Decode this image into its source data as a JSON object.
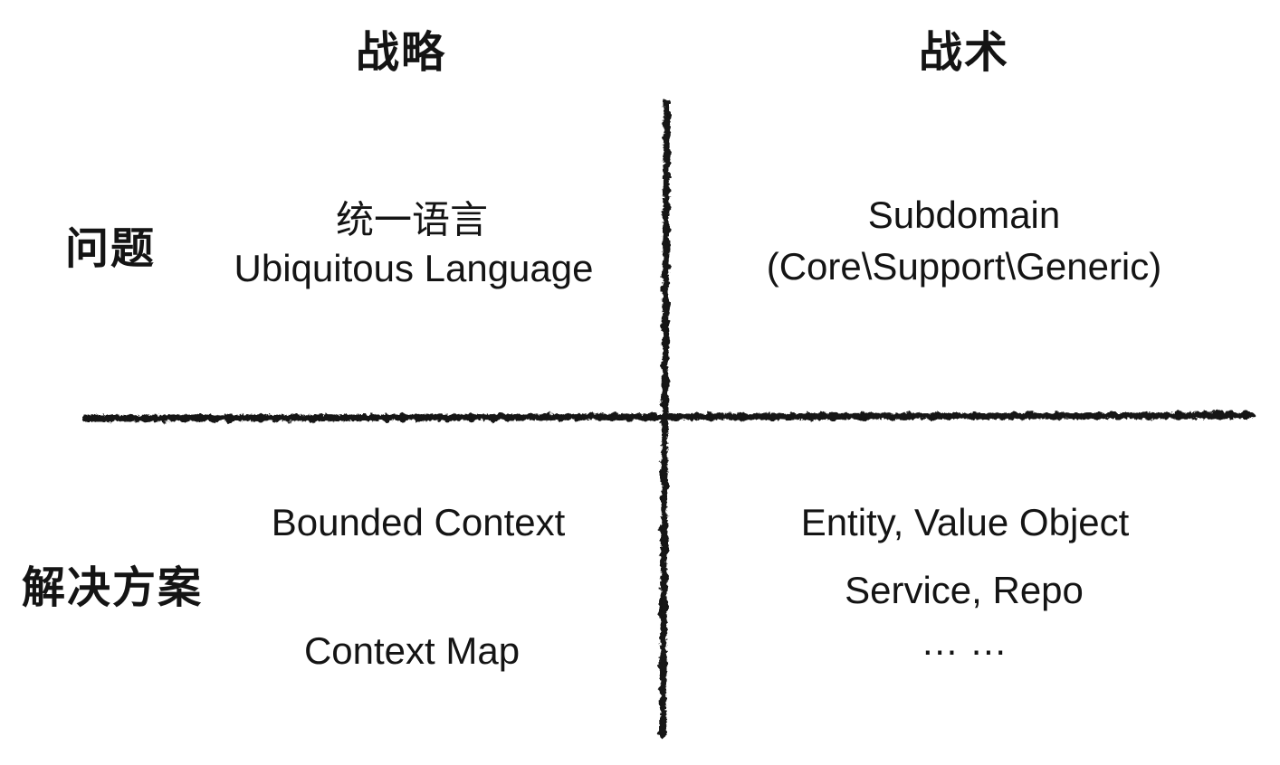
{
  "diagram": {
    "columns": [
      {
        "key": "strategy",
        "label": "战略"
      },
      {
        "key": "tactics",
        "label": "战术"
      }
    ],
    "rows": [
      {
        "key": "problem",
        "label": "问题"
      },
      {
        "key": "solution",
        "label": "解决方案"
      }
    ],
    "quadrants": {
      "problem_strategy": {
        "lines": [
          "统一语言",
          "Ubiquitous Language"
        ]
      },
      "problem_tactics": {
        "lines": [
          "Subdomain",
          "(Core\\Support\\Generic)"
        ]
      },
      "solution_strategy": {
        "lines": [
          "Bounded Context",
          "Context Map"
        ]
      },
      "solution_tactics": {
        "lines": [
          "Entity, Value Object",
          "Service, Repo",
          "… …"
        ]
      }
    },
    "colors": {
      "text": "#141414",
      "axis": "#141414",
      "background": "#ffffff"
    }
  }
}
